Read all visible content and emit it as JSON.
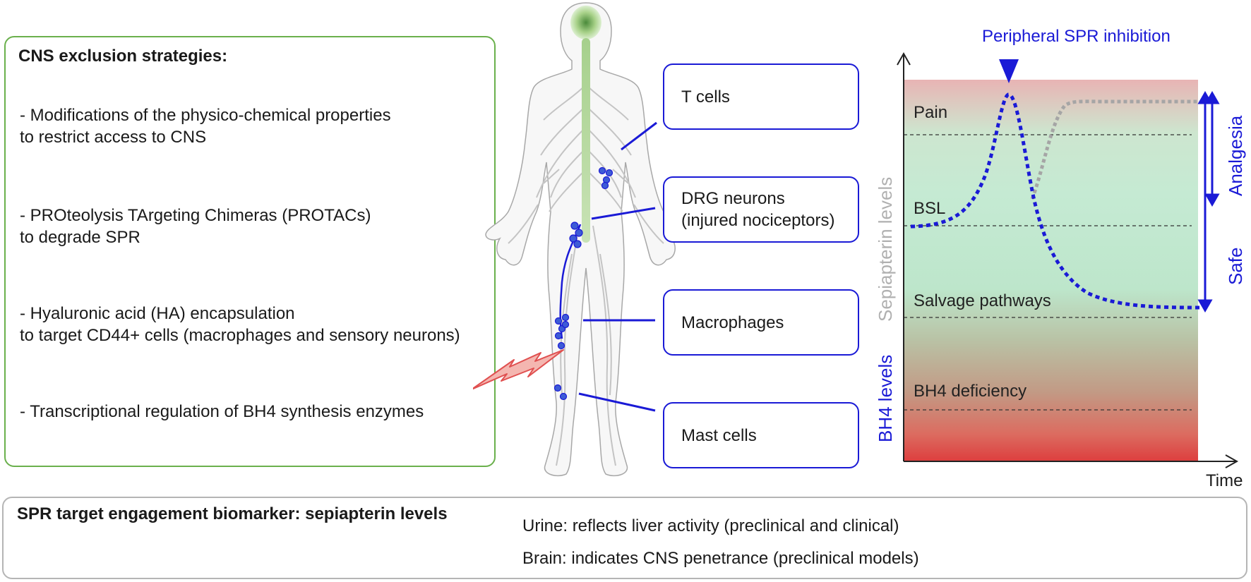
{
  "strategies": {
    "title": "CNS exclusion strategies:",
    "items": [
      "- Modifications of the physico-chemical properties\nto restrict access to CNS",
      "- PROteolysis TArgeting Chimeras (PROTACs)\nto degrade SPR",
      "- Hyaluronic acid (HA) encapsulation\nto target CD44+ cells (macrophages and sensory neurons)",
      "- Transcriptional regulation of BH4 synthesis enzymes"
    ]
  },
  "cells": [
    "T cells",
    "DRG neurons\n(injured nociceptors)",
    "Macrophages",
    "Mast cells"
  ],
  "chart": {
    "annotation": "Peripheral SPR inhibition",
    "level_labels": {
      "pain": "Pain",
      "bsl": "BSL",
      "salvage": "Salvage pathways",
      "deficiency": "BH4 deficiency"
    },
    "y_label_sepiapterin": "Sepiapterin levels",
    "y_label_bh4": "BH4 levels",
    "x_label": "Time",
    "right_labels": {
      "analgesia": "Analgesia",
      "safe": "Safe"
    }
  },
  "biomarker": {
    "title": "SPR target engagement biomarker: sepiapterin levels",
    "lines": [
      "Urine: reflects liver activity (preclinical and clinical)",
      "Brain: indicates CNS penetrance (preclinical models)"
    ]
  },
  "colors": {
    "blue": "#1a1ad6",
    "green_border": "#6ab04c",
    "gray_border": "#b5b5b5",
    "sepiapterin_label": "#b0b0b0",
    "lightning": "#f4b6b0"
  }
}
